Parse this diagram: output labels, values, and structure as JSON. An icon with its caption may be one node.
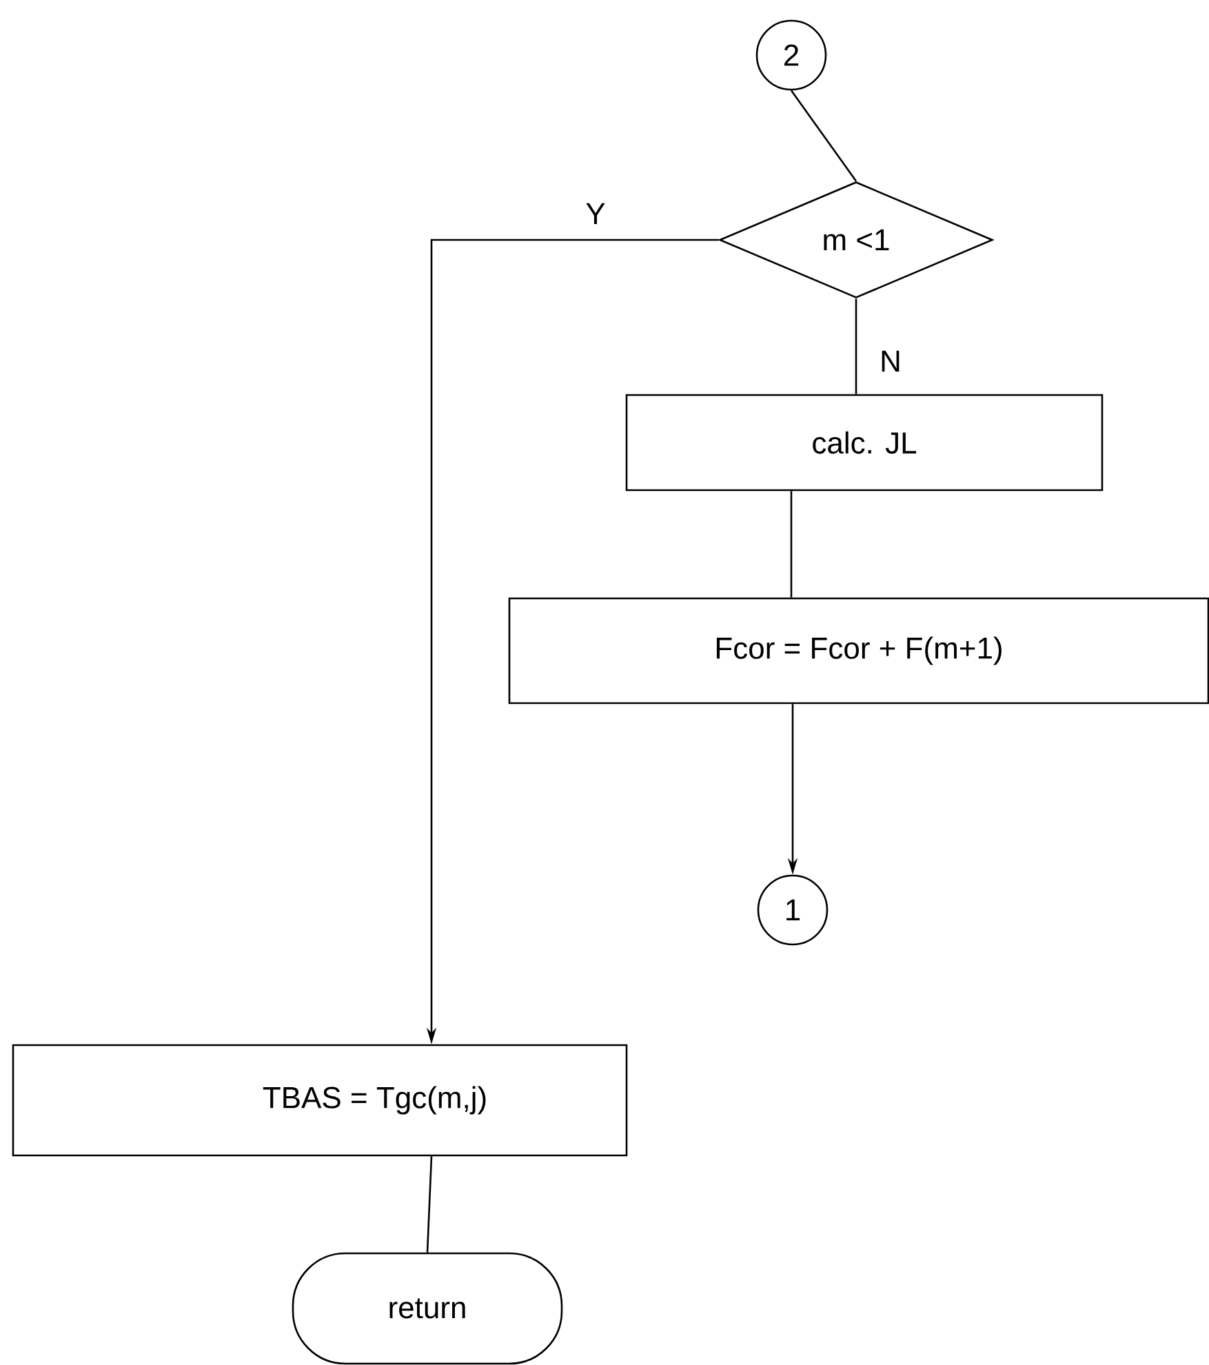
{
  "diagram": {
    "nodes": [
      {
        "text": [
          "2"
        ]
      },
      {
        "text": [
          "m <1"
        ]
      },
      {
        "text": [
          "calc.  JL"
        ]
      },
      {
        "text": [
          "Fcor  =  Fcor + F(m+1)"
        ]
      },
      {
        "text": [
          "1"
        ]
      },
      {
        "text": [
          "TBAS  =  Tgc(m,j)"
        ]
      },
      {
        "text": [
          "return"
        ]
      }
    ],
    "edges": [
      {
        "from": 0,
        "to": 1,
        "arrow": "none"
      },
      {
        "from": 1,
        "to": 5,
        "arrow": "to",
        "label": "Y"
      },
      {
        "from": 1,
        "to": 2,
        "arrow": "none",
        "label": "N"
      },
      {
        "from": 2,
        "to": 3,
        "arrow": "none"
      },
      {
        "from": 3,
        "to": 4,
        "arrow": "to"
      },
      {
        "from": 5,
        "to": 6,
        "arrow": "none"
      }
    ]
  }
}
